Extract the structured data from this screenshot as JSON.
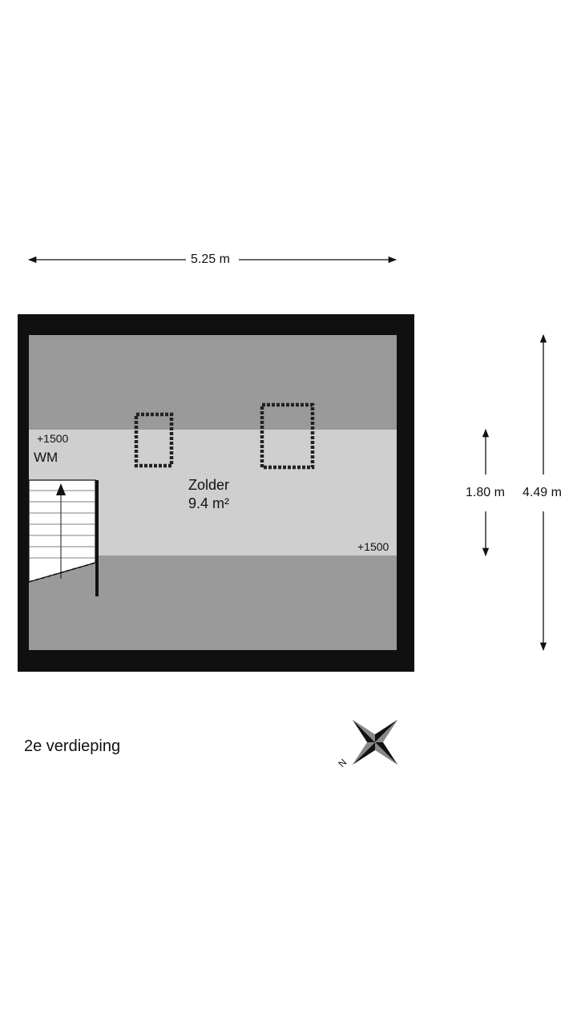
{
  "dimensions": {
    "width": "5.25 m",
    "height_total": "4.49 m",
    "height_full": "1.80 m"
  },
  "room": {
    "name": "Zolder",
    "area": "9.4 m²"
  },
  "annotations": {
    "level_marker_left": "+1500",
    "level_marker_right": "+1500",
    "wm": "WM"
  },
  "floor_label": "2e verdieping",
  "compass": {
    "icon": "compass-rose-icon",
    "north_label": "N"
  },
  "colors": {
    "wall": "#101010",
    "sloped_zone": "#9a9a9a",
    "standing_zone": "#cfcfcf",
    "stair": "#ffffff"
  }
}
